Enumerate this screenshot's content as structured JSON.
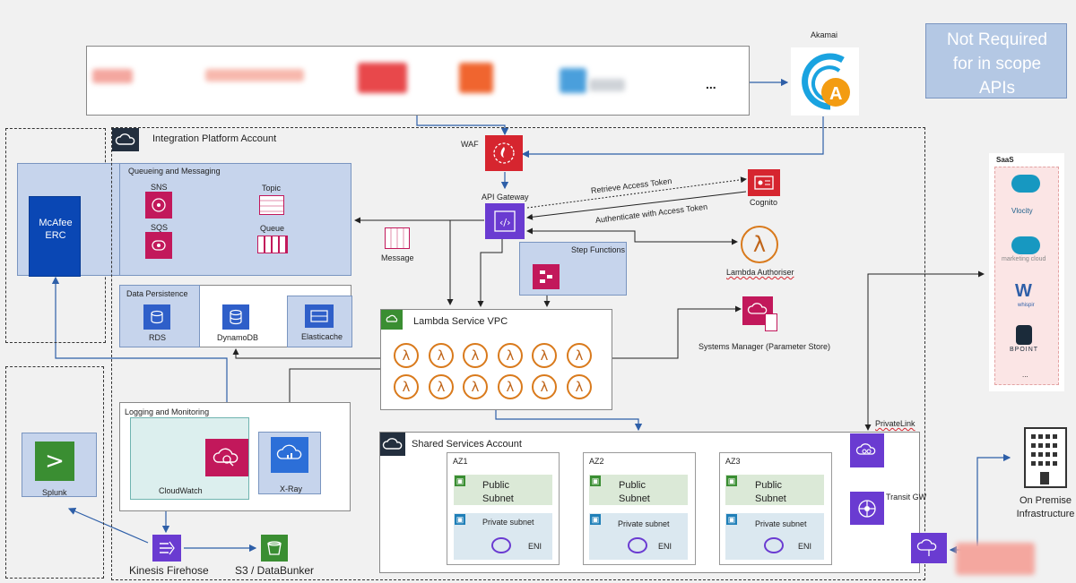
{
  "labels": {
    "akamai": "Akamai",
    "not_required": "Not Required for in scope APIs",
    "ellipsis": "...",
    "integration_platform": "Integration Platform Account",
    "queueing": "Queueing and Messaging",
    "sns": "SNS",
    "sqs": "SQS",
    "topic": "Topic",
    "queue": "Queue",
    "mcafee": "McAfee ERC",
    "message": "Message",
    "waf": "WAF",
    "api_gateway": "API Gateway",
    "cognito": "Cognito",
    "retrieve_token": "Retrieve Access Token",
    "authenticate_token": "Authenticate with Access Token",
    "lambda_authoriser": "Lambda Authoriser",
    "step_functions": "Step Functions",
    "data_persistence": "Data Persistence",
    "rds": "RDS",
    "dynamodb": "DynamoDB",
    "elasticache": "Elasticache",
    "lambda_vpc": "Lambda Service VPC",
    "systems_manager": "Systems Manager (Parameter Store)",
    "logging": "Logging and Monitoring",
    "cloudwatch": "CloudWatch",
    "xray": "X-Ray",
    "splunk": "Splunk",
    "kinesis": "Kinesis Firehose",
    "s3": "S3 / DataBunker",
    "shared_services": "Shared Services Account",
    "az1": "AZ1",
    "az2": "AZ2",
    "az3": "AZ3",
    "public_subnet": "Public Subnet",
    "private_subnet": "Private subnet",
    "eni": "ENI",
    "privatelink": "PrivateLink",
    "transit_gw": "Transit GW",
    "on_premise": "On Premise Infrastructure",
    "saas": "SaaS",
    "vlocity": "Vlocity",
    "marketing_cloud": "marketing cloud",
    "whispir": "whispir",
    "bpoint": "BPOINT",
    "saas_more": "..."
  },
  "colors": {
    "security": "#d6252f",
    "integration": "#c2185b",
    "network": "#6a3bd1",
    "compute": "#d97a1c",
    "database": "#2f5fc9",
    "storage": "#3a8e32",
    "highlight_blue": "#c6d4ec",
    "link": "#2e5fa8"
  }
}
